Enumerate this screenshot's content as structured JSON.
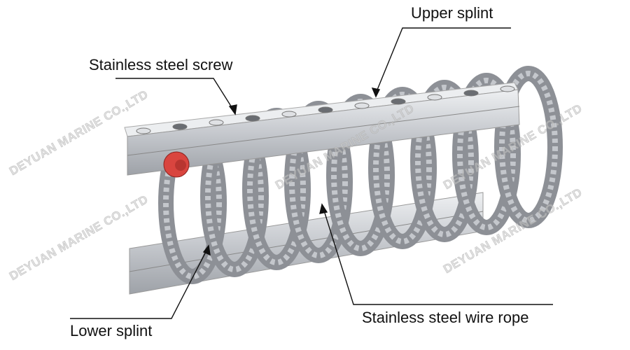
{
  "labels": {
    "upper_splint": "Upper splint",
    "screw": "Stainless steel screw",
    "lower_splint": "Lower splint",
    "wire_rope": "Stainless steel wire rope"
  },
  "watermark": "DEYUAN MARINE CO.,LTD",
  "colors": {
    "metal": "#c9ccd1",
    "rope": "#8d9096",
    "nut": "#d9453f"
  }
}
